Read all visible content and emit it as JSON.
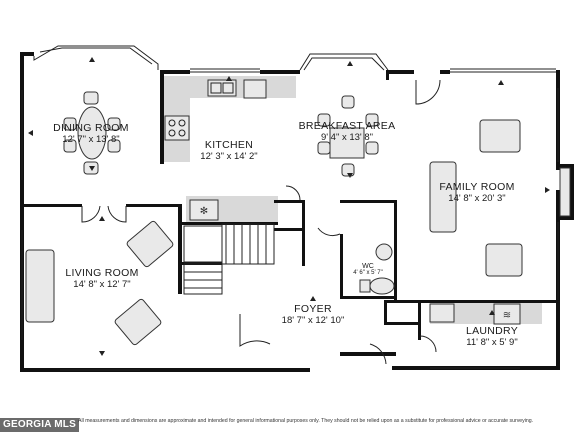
{
  "rooms": {
    "dining": {
      "name": "DINING ROOM",
      "dim": "12' 7\" x 13' 8\""
    },
    "kitchen": {
      "name": "KITCHEN",
      "dim": "12' 3\" x 14' 2\""
    },
    "breakfast": {
      "name": "BREAKFAST AREA",
      "dim": "9' 4\" x 13' 8\""
    },
    "family": {
      "name": "FAMILY ROOM",
      "dim": "14' 8\" x 20' 3\""
    },
    "living": {
      "name": "LIVING ROOM",
      "dim": "14' 8\" x 12' 7\""
    },
    "foyer": {
      "name": "FOYER",
      "dim": "18' 7\" x 12' 10\""
    },
    "wc": {
      "name": "WC",
      "dim": "4' 6\" x 5' 7\""
    },
    "laundry": {
      "name": "LAUNDRY",
      "dim": "11' 8\" x 5' 9\""
    }
  },
  "footer": {
    "disclaimer": "All measurements and dimensions are approximate and intended for general informational purposes only. They should not be relied upon as a substitute for professional advice or accurate surveying.",
    "logo": "GEORGIA MLS"
  },
  "icons": [
    "stove-icon",
    "sink-icon",
    "cooktop-icon",
    "toilet-icon",
    "chair-icon",
    "table-icon",
    "sofa-icon",
    "fireplace-icon",
    "washer-icon",
    "dryer-icon"
  ],
  "colors": {
    "wall": "#111111",
    "floor_accent": "#d9d9d9",
    "background": "#ffffff"
  }
}
